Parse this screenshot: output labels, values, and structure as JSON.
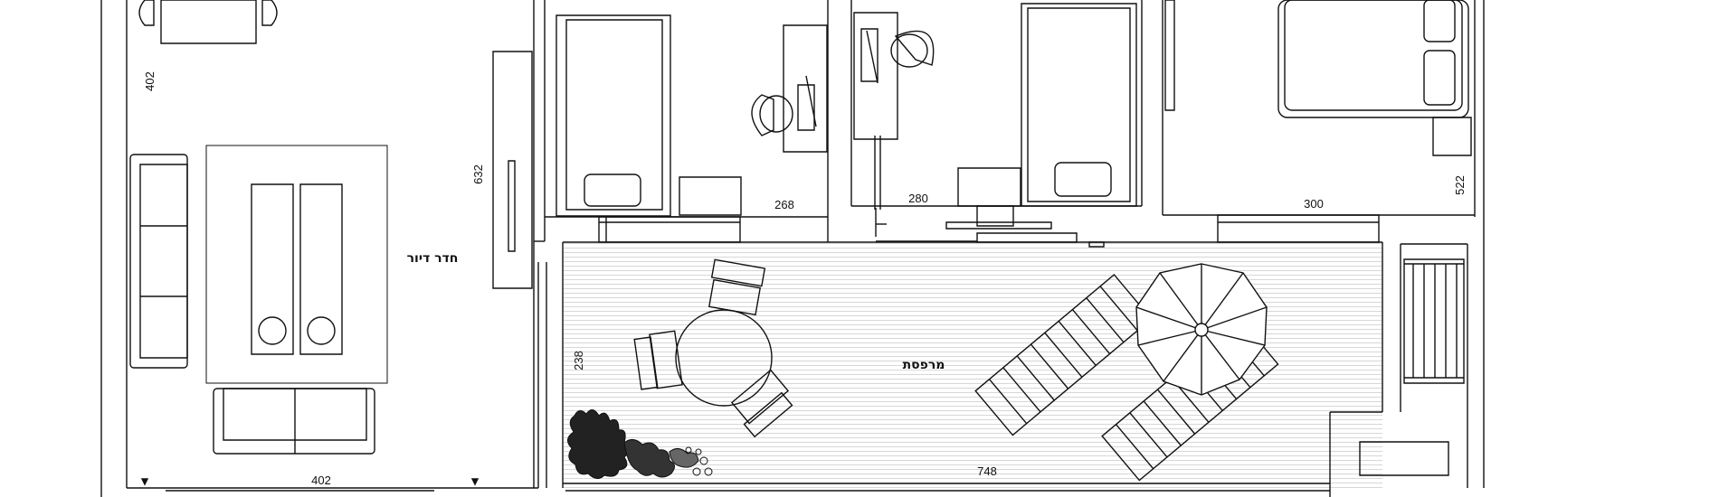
{
  "rooms": {
    "living_room": "חדר דיור",
    "balcony": "מרפסת"
  },
  "dimensions": {
    "living_top_402": "402",
    "living_height_632": "632",
    "bedroom1_268": "268",
    "corridor_280": "280",
    "bedroom3_300": "300",
    "bedroom3_522": "522",
    "balcony_238": "238",
    "living_bottom_402": "402",
    "balcony_748": "748"
  },
  "colors": {
    "line": "#111111",
    "deck_hatch": "#b8b8b8",
    "background": "#ffffff"
  }
}
